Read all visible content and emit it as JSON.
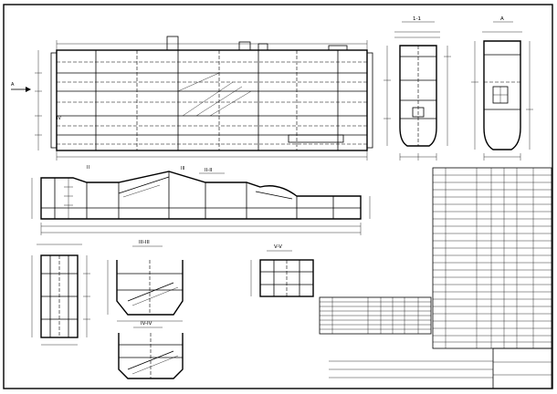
{
  "views": {
    "section_1_1": "1-1",
    "detail_a": "A",
    "section_2_2": "II-II",
    "section_3_3": "III-III",
    "section_4_4": "IV-IV",
    "section_5_5": "V-V"
  },
  "markers": {
    "a": "A",
    "ii": "II",
    "iii": "III",
    "iv": "IV"
  }
}
